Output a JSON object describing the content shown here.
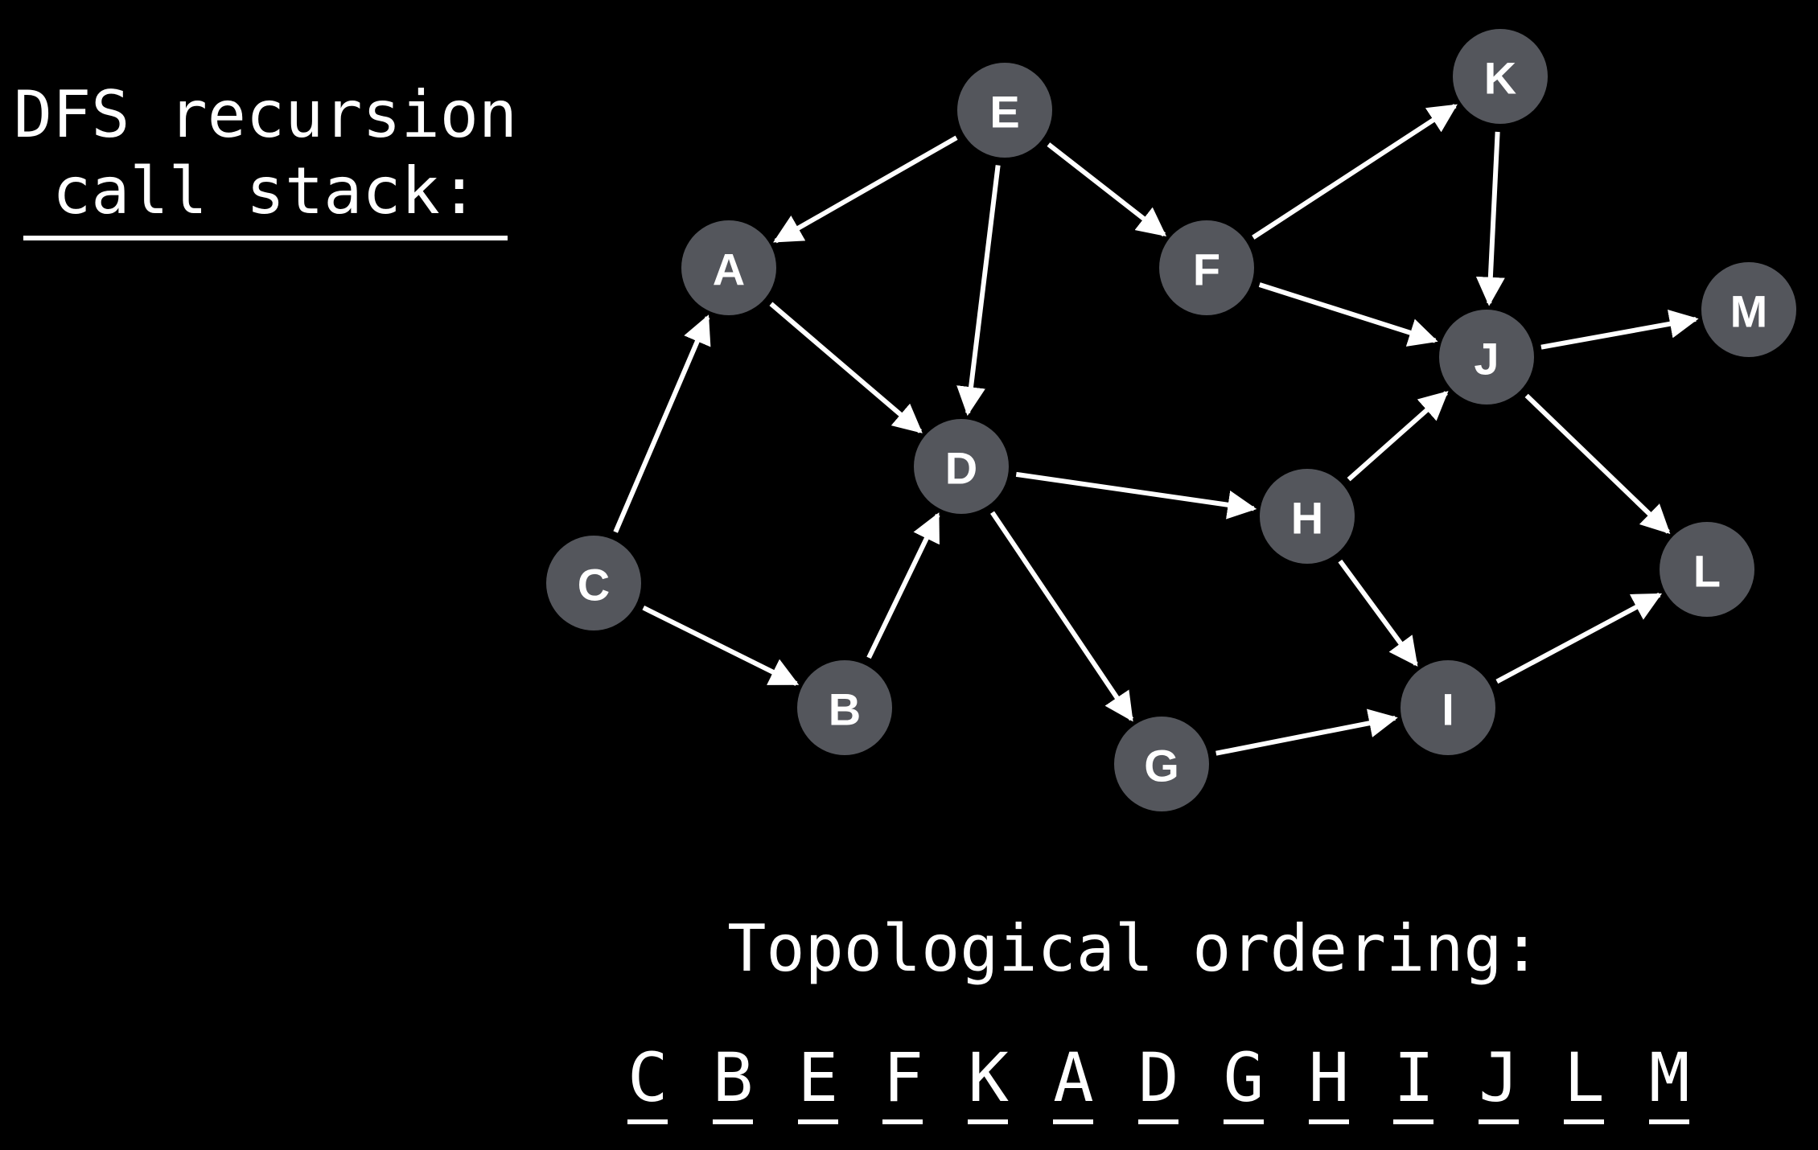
{
  "stack_panel": {
    "title_line1": "DFS recursion",
    "title_line2": "call stack:"
  },
  "ordering": {
    "title": "Topological ordering:",
    "sequence": [
      "C",
      "B",
      "E",
      "F",
      "K",
      "A",
      "D",
      "G",
      "H",
      "I",
      "J",
      "L",
      "M"
    ]
  },
  "graph": {
    "node_color": "#54565c",
    "edge_color": "#ffffff",
    "nodes": [
      "A",
      "B",
      "C",
      "D",
      "E",
      "F",
      "G",
      "H",
      "I",
      "J",
      "K",
      "L",
      "M"
    ],
    "edges": [
      [
        "E",
        "A"
      ],
      [
        "E",
        "D"
      ],
      [
        "E",
        "F"
      ],
      [
        "A",
        "D"
      ],
      [
        "C",
        "A"
      ],
      [
        "C",
        "B"
      ],
      [
        "B",
        "D"
      ],
      [
        "D",
        "H"
      ],
      [
        "D",
        "G"
      ],
      [
        "G",
        "I"
      ],
      [
        "F",
        "K"
      ],
      [
        "F",
        "J"
      ],
      [
        "K",
        "J"
      ],
      [
        "H",
        "J"
      ],
      [
        "H",
        "I"
      ],
      [
        "I",
        "L"
      ],
      [
        "J",
        "M"
      ],
      [
        "J",
        "L"
      ]
    ]
  }
}
